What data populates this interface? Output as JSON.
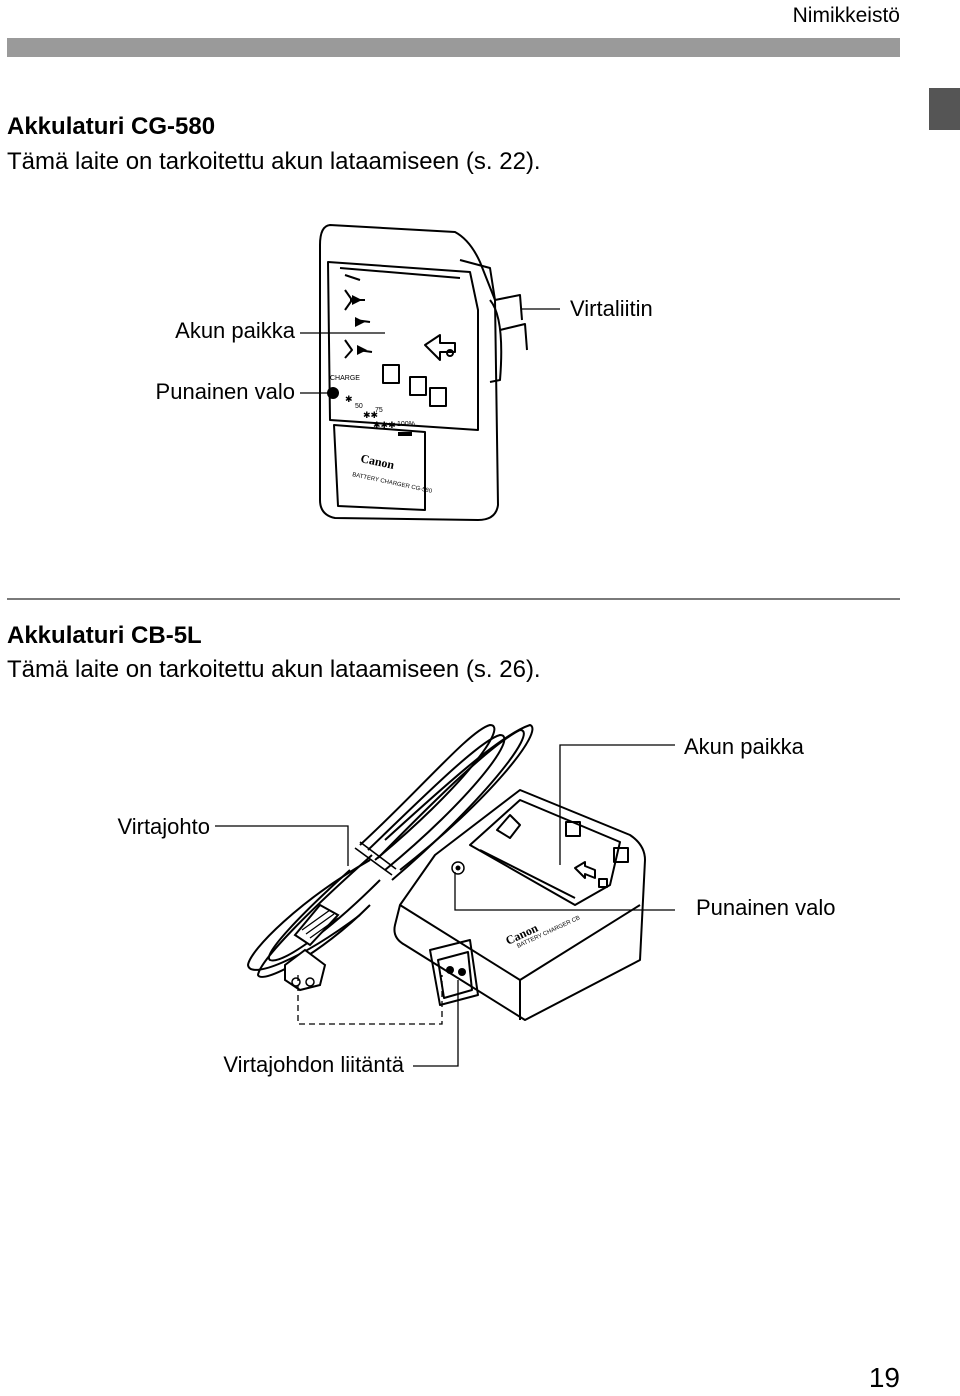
{
  "header": {
    "section": "Nimikkeistö"
  },
  "section1": {
    "title": "Akkulaturi CG-580",
    "description": "Tämä laite on tarkoitettu akun lataamiseen (s. 22).",
    "labels": {
      "battery_slot": "Akun paikka",
      "red_light": "Punainen valo",
      "power_plug": "Virtaliitin"
    },
    "device_markings": {
      "brand": "Canon",
      "model": "BATTERY CHARGER CG-580",
      "charge_levels": [
        "50",
        "75",
        "100%"
      ]
    }
  },
  "section2": {
    "title": "Akkulaturi CB-5L",
    "description": "Tämä laite on tarkoitettu akun lataamiseen (s. 26).",
    "labels": {
      "battery_slot": "Akun paikka",
      "power_cord": "Virtajohto",
      "red_light": "Punainen valo",
      "cord_socket": "Virtajohdon liitäntä"
    },
    "device_markings": {
      "brand": "Canon",
      "model": "BATTERY CHARGER CB"
    }
  },
  "footer": {
    "page_number": "19"
  }
}
